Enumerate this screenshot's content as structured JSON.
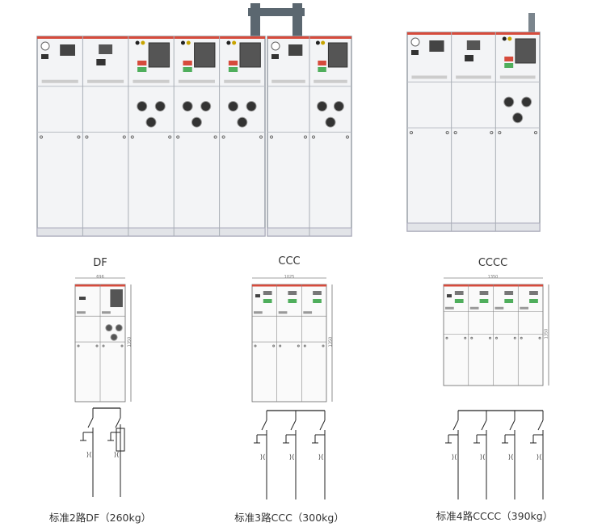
{
  "units": [
    {
      "name": "DF",
      "caption": "标准2路DF（260kg）",
      "width_label": "696",
      "height_label": "1350",
      "columns": 2,
      "type": "DF"
    },
    {
      "name": "CCC",
      "caption": "标准3路CCC（300kg）",
      "width_label": "1025",
      "height_label": "1350",
      "columns": 3,
      "type": "C"
    },
    {
      "name": "CCCC",
      "caption": "标准4路CCCC（390kg）",
      "width_label": "1350",
      "height_label": "1350",
      "columns": 4,
      "type": "C"
    }
  ],
  "colors": {
    "busbar": "#d64b3c",
    "panel": "#eef0f3",
    "frame": "#8a8f98",
    "indicator_green": "#4fae5c"
  }
}
